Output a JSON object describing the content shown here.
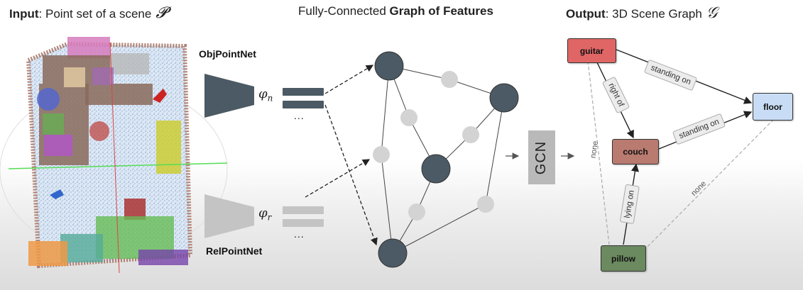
{
  "headings": {
    "input_bold": "Input",
    "input_rest": ": Point set of a scene",
    "input_symbol": "𝓟",
    "middle_plain": "Fully-Connected ",
    "middle_bold": "Graph of Features",
    "output_bold": "Output",
    "output_rest": ": 3D Scene Graph",
    "output_symbol": "𝒢"
  },
  "networks": {
    "obj_label": "ObjPointNet",
    "rel_label": "RelPointNet",
    "obj_phi": "φ",
    "obj_sub": "n",
    "rel_phi": "φ",
    "rel_sub": "r",
    "dots": "..."
  },
  "gcn_label": "GCN",
  "scene_graph": {
    "nodes": {
      "guitar": "guitar",
      "floor": "floor",
      "couch": "couch",
      "pillow": "pillow"
    },
    "edges": {
      "guitar_floor": "standing on",
      "guitar_couch": "right of",
      "couch_floor": "standing on",
      "pillow_couch": "lying on",
      "guitar_pillow": "none",
      "floor_pillow": "none"
    }
  },
  "colors": {
    "object_node": "#4b5a64",
    "relation_node": "#d3d3d3",
    "guitar": "#e06666",
    "floor": "#c9dcf5",
    "couch": "#b97a70",
    "pillow": "#6b8a5f"
  }
}
